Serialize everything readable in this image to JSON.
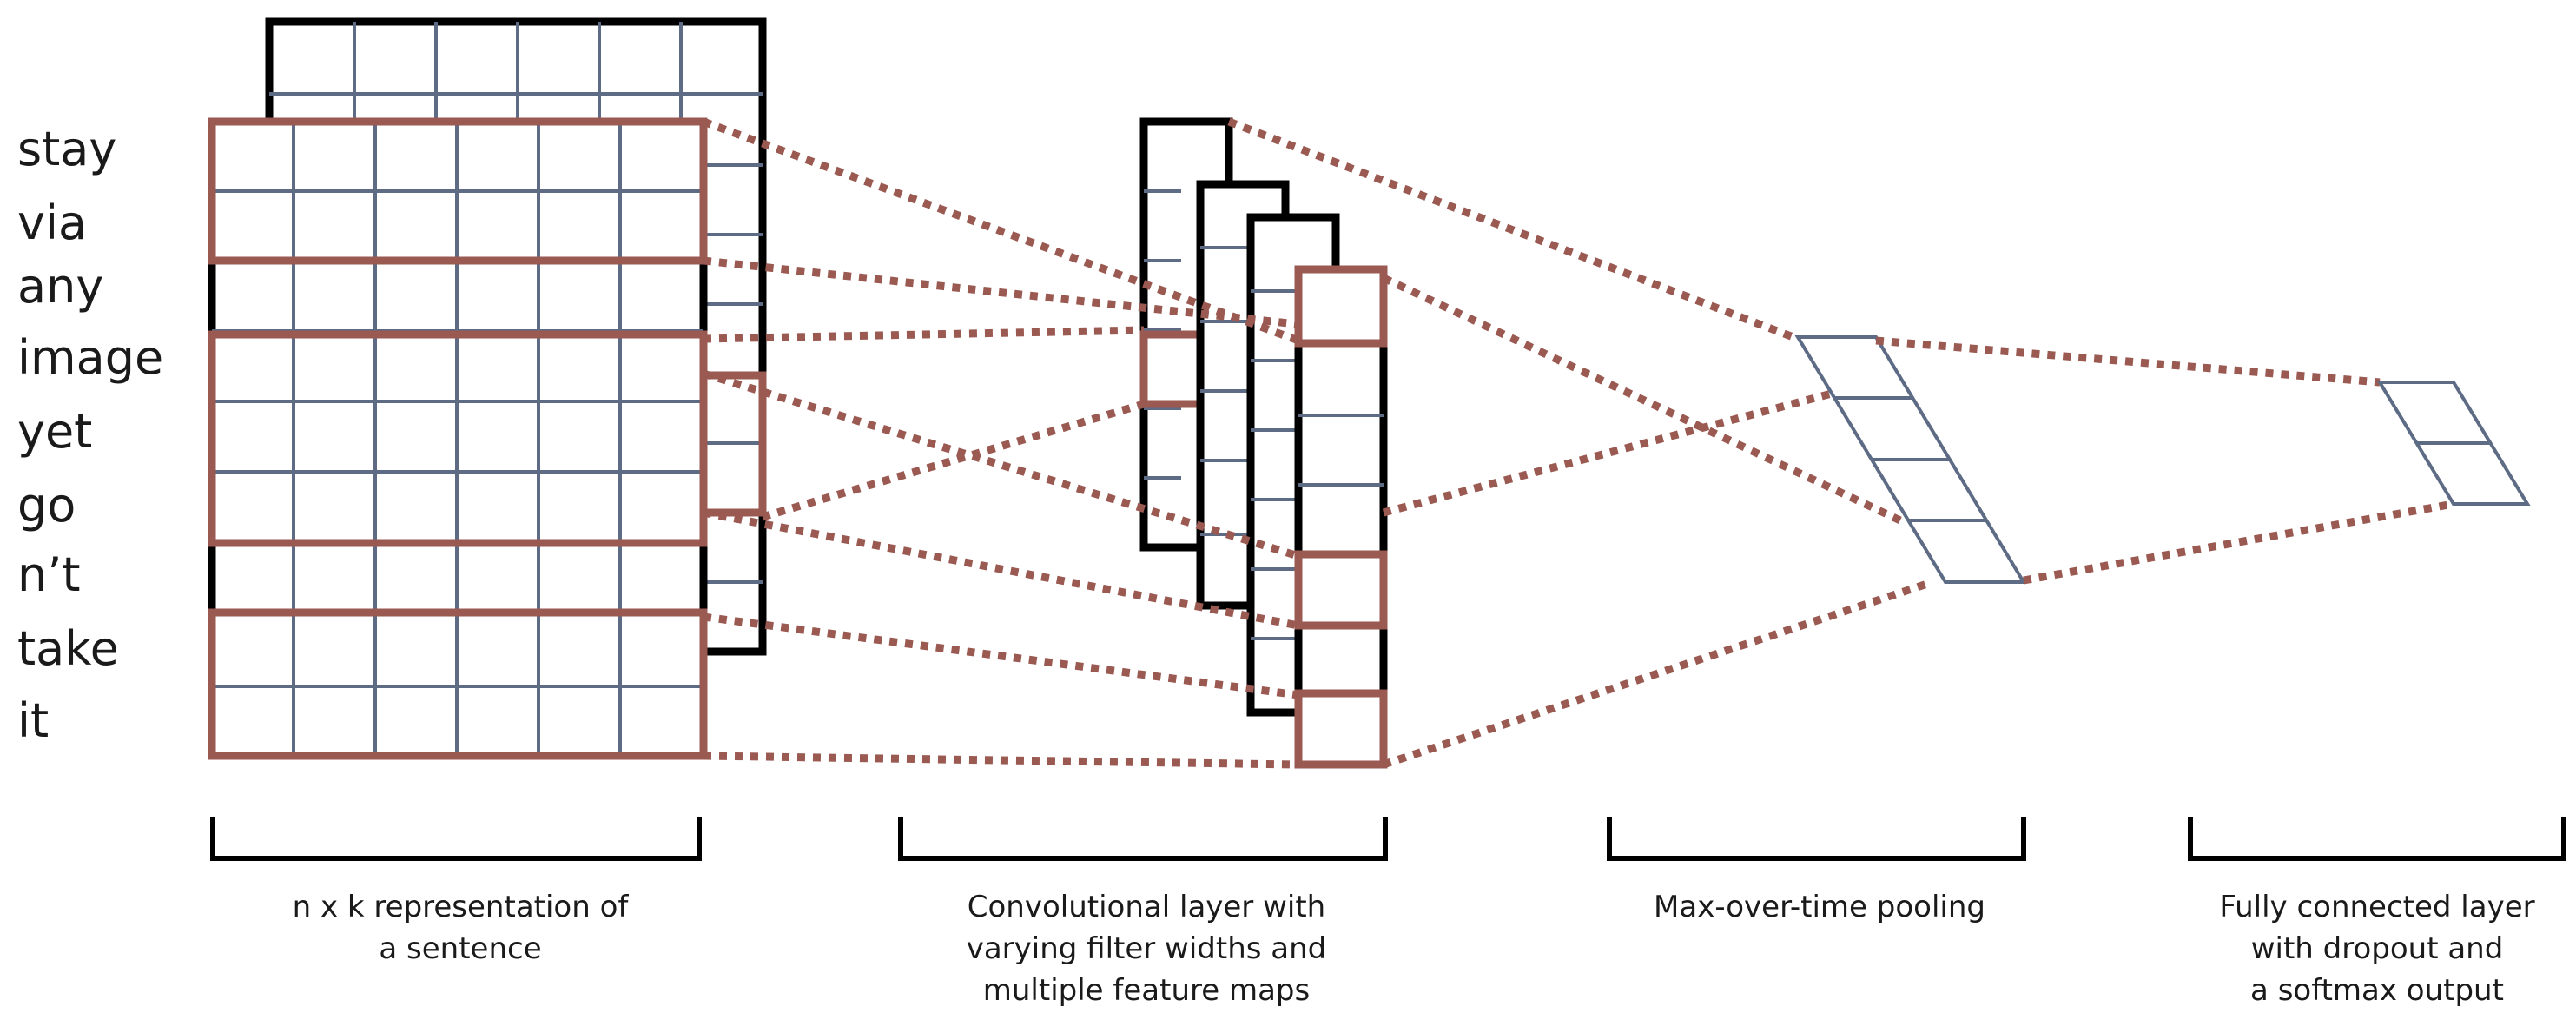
{
  "words": [
    "stay",
    "via",
    "any",
    "image",
    "yet",
    "go",
    "n’t",
    "take",
    "it"
  ],
  "captions": {
    "representation": [
      "n x k representation of",
      "a sentence"
    ],
    "convolution": [
      "Convolutional layer with",
      "varying filter widths and",
      "multiple feature maps"
    ],
    "pooling": [
      "Max-over-time pooling"
    ],
    "output": [
      "Fully connected layer",
      "with dropout and",
      "a softmax output"
    ]
  },
  "colors": {
    "filter": "#9a5a52",
    "grid": "#5d6b85",
    "outline": "#000000"
  }
}
